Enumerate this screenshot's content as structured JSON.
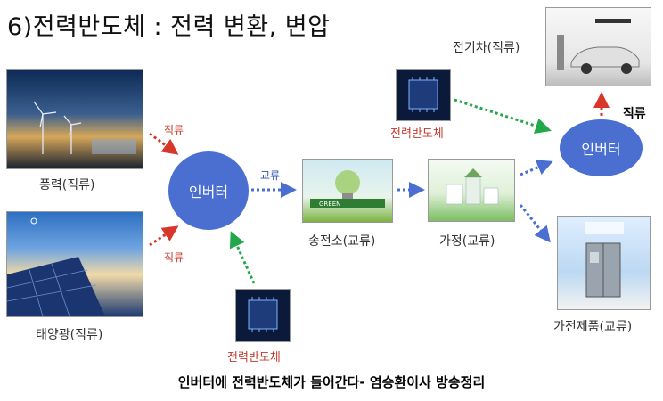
{
  "title": "6)전력반도체 : 전력 변환, 변압",
  "labels": {
    "wind": "풍력(직류)",
    "solar": "태양광(직류)",
    "inverter_main": "인버터",
    "inverter_right": "인버터",
    "dc_top": "직류",
    "dc_bottom": "직류",
    "ac": "교류",
    "substation": "송전소(교류)",
    "home": "가정(교류)",
    "ev": "전기차(직류)",
    "appliance": "가전제품(교류)",
    "chip_top": "전력반도체",
    "chip_bottom": "전력반도체",
    "dc_right": "직류",
    "green_text": "GREEN"
  },
  "caption": "인버터에 전력반도체가 들어간다- 염승환이사 방송정리",
  "colors": {
    "inverter": "#4a6fd0",
    "red_arrow": "#d9362b",
    "blue_arrow": "#4a6fd0",
    "green_arrow": "#22a84a"
  }
}
